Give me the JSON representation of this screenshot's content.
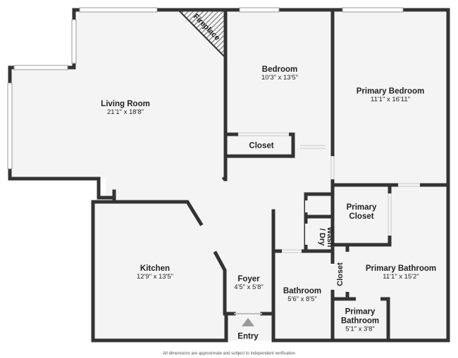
{
  "plan": {
    "rooms": [
      {
        "key": "living",
        "name": "Living Room",
        "dims": "21'1\" x 18'8\""
      },
      {
        "key": "bedroom",
        "name": "Bedroom",
        "dims": "10'3\" x 13'5\""
      },
      {
        "key": "primary_bedroom",
        "name": "Primary Bedroom",
        "dims": "11'1\" x 16'11\""
      },
      {
        "key": "kitchen",
        "name": "Kitchen",
        "dims": "12'9\" x 13'5\""
      },
      {
        "key": "foyer",
        "name": "Foyer",
        "dims": "4'5\" x 5'8\""
      },
      {
        "key": "bathroom",
        "name": "Bathroom",
        "dims": "5'6\" x 8'5\""
      },
      {
        "key": "primary_bathroom",
        "name": "Primary Bathroom",
        "dims": "11'1\" x 15'2\""
      },
      {
        "key": "primary_bathroom_small",
        "name_line1": "Primary",
        "name_line2": "Bathroom",
        "dims": "5'1\" x 3'8\""
      }
    ],
    "closet": "Closet",
    "primary_closet_line1": "Primary",
    "primary_closet_line2": "Closet",
    "closet_vertical": "Closet",
    "fireplace": "Fireplace",
    "wash_dry_line1": "Wash",
    "wash_dry_line2": "/ Dry",
    "entry": "Entry",
    "disclaimer": "All dimensions are approximate and subject to independent verification",
    "colors": {
      "wall": "#333333",
      "floor": "#f4f4f4",
      "window": "#c8c8c8",
      "text": "#222222"
    }
  }
}
